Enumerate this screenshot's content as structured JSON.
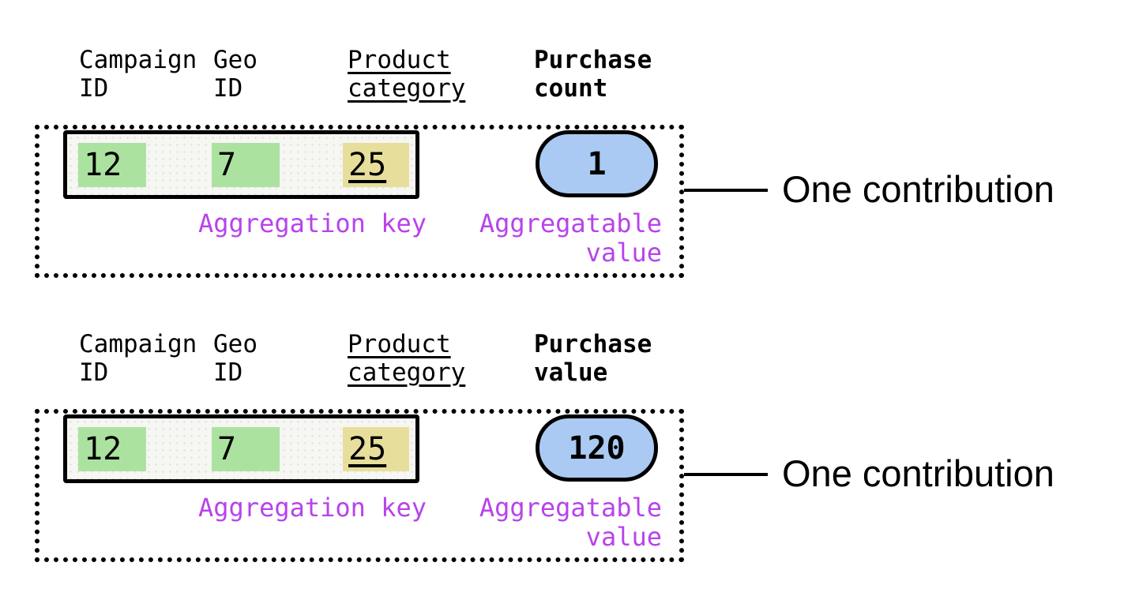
{
  "colors": {
    "key_highlight": "#ace2a0",
    "category_highlight": "#e7de9b",
    "value_fill": "#aacaf3",
    "annotation_purple": "#b843ea"
  },
  "contributions": [
    {
      "columns": [
        {
          "line1": "Campaign",
          "line2": "ID"
        },
        {
          "line1": "Geo",
          "line2": "ID"
        },
        {
          "line1": "Product",
          "line2": "category"
        }
      ],
      "metric": {
        "line1": "Purchase",
        "line2": "count"
      },
      "key_cells": [
        "12",
        "7",
        "25"
      ],
      "aggregatable_value": "1",
      "labels": {
        "aggregation_key": "Aggregation key",
        "aggregatable_line1": "Aggregatable",
        "aggregatable_line2": "value"
      },
      "annotation": "One contribution"
    },
    {
      "columns": [
        {
          "line1": "Campaign",
          "line2": "ID"
        },
        {
          "line1": "Geo",
          "line2": "ID"
        },
        {
          "line1": "Product",
          "line2": "category"
        }
      ],
      "metric": {
        "line1": "Purchase",
        "line2": "value"
      },
      "key_cells": [
        "12",
        "7",
        "25"
      ],
      "aggregatable_value": "120",
      "labels": {
        "aggregation_key": "Aggregation key",
        "aggregatable_line1": "Aggregatable",
        "aggregatable_line2": "value"
      },
      "annotation": "One contribution"
    }
  ]
}
